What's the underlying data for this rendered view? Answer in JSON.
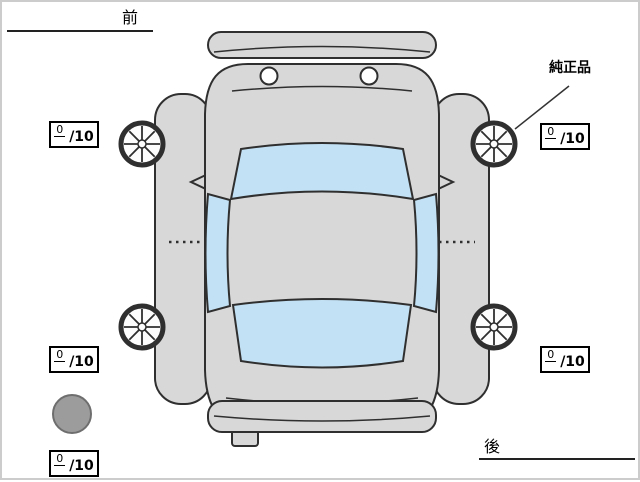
{
  "page": {
    "background": "#ffffff",
    "frame_color": "#cccccc"
  },
  "labels": {
    "front": "前",
    "rear": "後",
    "genuine_part": "純正品"
  },
  "tires": {
    "front_left": {
      "value": "0",
      "scale": "/10"
    },
    "front_right": {
      "value": "0",
      "scale": "/10"
    },
    "rear_left": {
      "value": "0",
      "scale": "/10"
    },
    "rear_right": {
      "value": "0",
      "scale": "/10"
    },
    "spare": {
      "value": "0",
      "scale": "/10"
    }
  },
  "diagram": {
    "body_color": "#d8d8d8",
    "window_color": "#c3e1f4",
    "outline_color": "#2f2f2f",
    "spare_tire_color": "#9c9c9c"
  }
}
